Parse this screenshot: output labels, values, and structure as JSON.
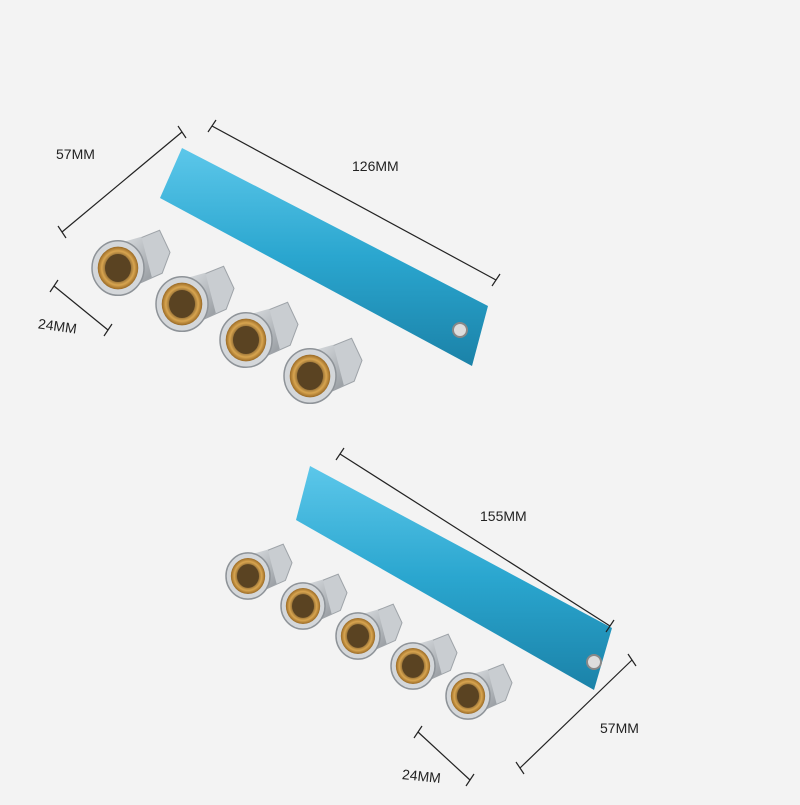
{
  "upper_manifold": {
    "length_label": "126MM",
    "depth_label": "57MM",
    "outlet_label": "24MM",
    "outlet_count": 4
  },
  "lower_manifold": {
    "length_label": "155MM",
    "depth_label": "57MM",
    "outlet_label": "24MM",
    "outlet_count": 5
  },
  "colors": {
    "background": "#f3f3f3",
    "manifold_body": "#2aa6cf",
    "coupler_steel": "#bfc3c7",
    "brass_ring": "#c9913a"
  }
}
